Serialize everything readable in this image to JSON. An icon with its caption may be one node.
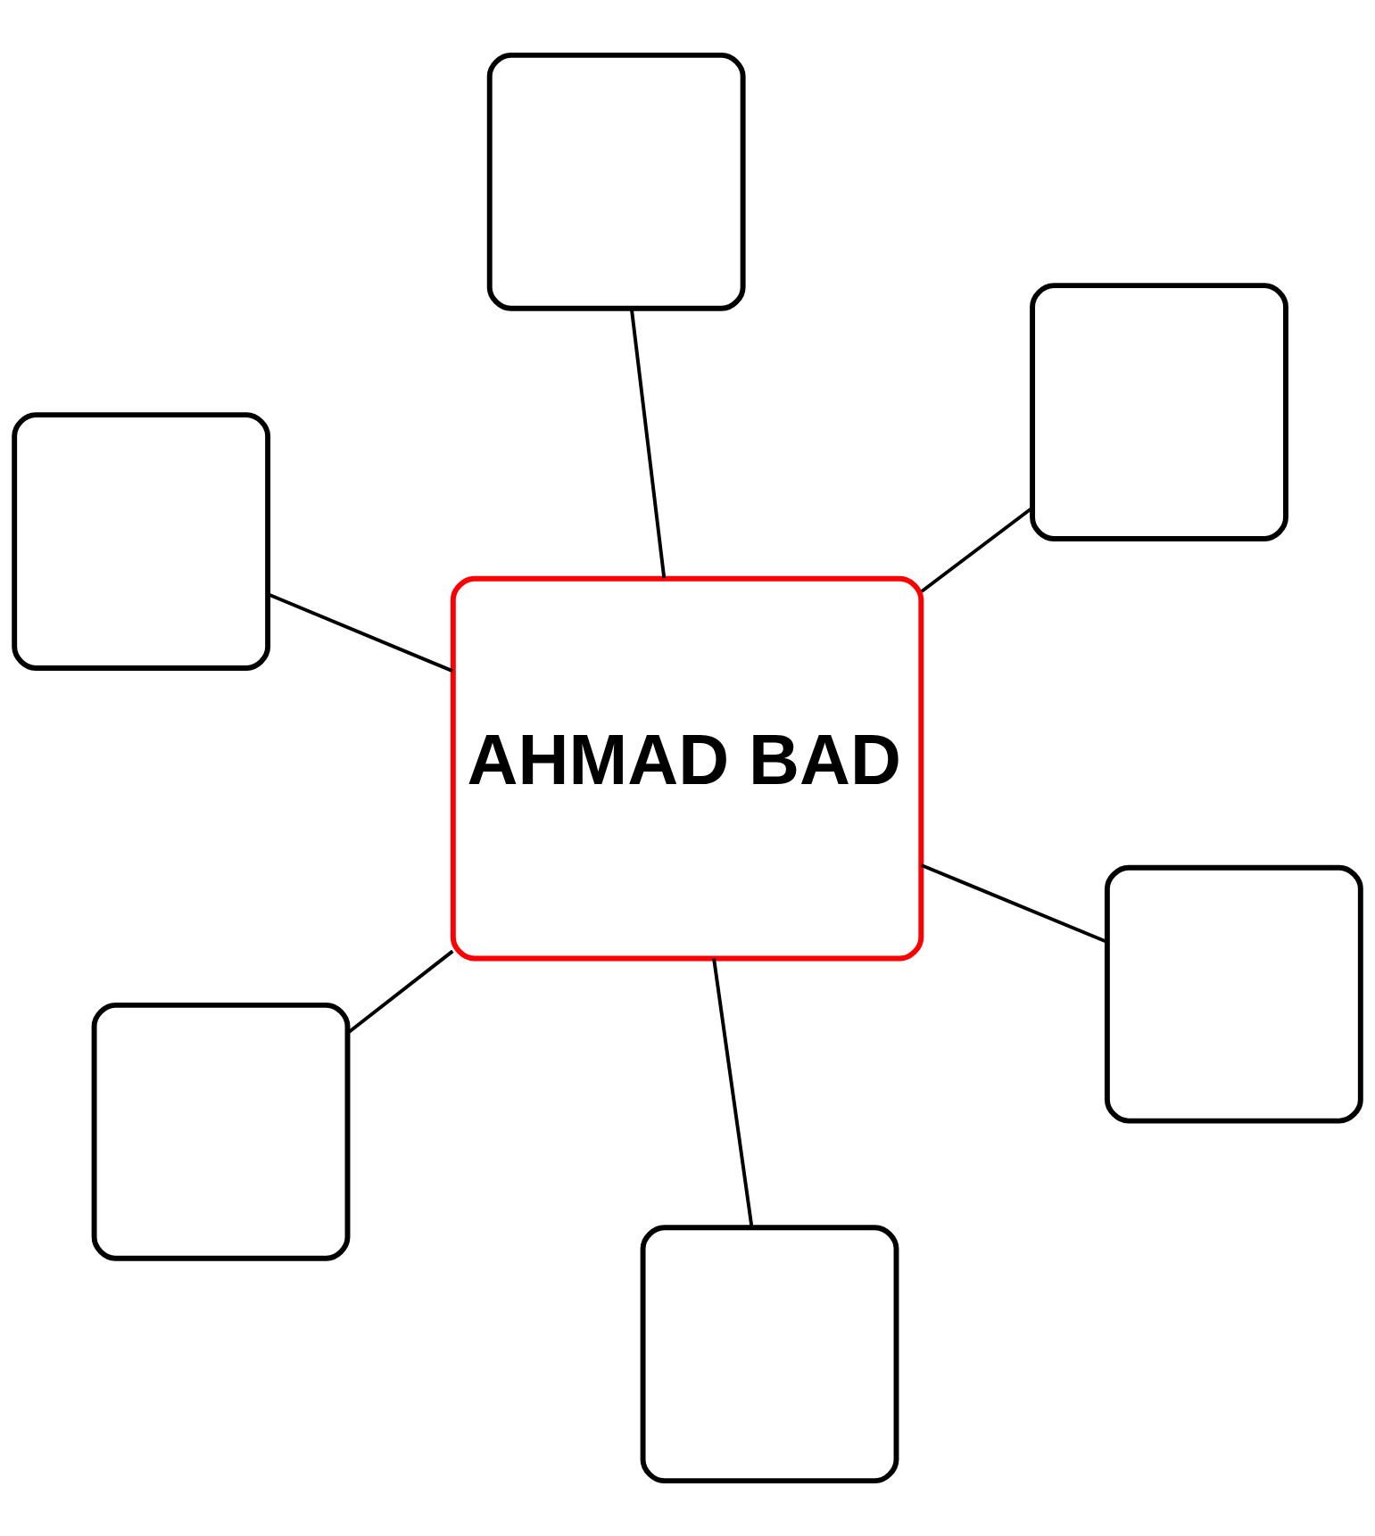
{
  "diagram": {
    "nodes": [
      {
        "text": [],
        "shape": "box"
      },
      {
        "text": [],
        "shape": "box"
      },
      {
        "text": [],
        "shape": "box"
      },
      {
        "text": [
          "AHMAD BAD"
        ]
      },
      {
        "text": [],
        "shape": "box"
      },
      {
        "text": [],
        "shape": "box"
      },
      {
        "text": [],
        "shape": "box"
      }
    ],
    "edges": [
      {
        "from": 3,
        "to": 0,
        "arrow": "none"
      },
      {
        "from": 3,
        "to": 1,
        "arrow": "none"
      },
      {
        "from": 3,
        "to": 2,
        "arrow": "none"
      },
      {
        "from": 3,
        "to": 4,
        "arrow": "none"
      },
      {
        "from": 3,
        "to": 5,
        "arrow": "none"
      },
      {
        "from": 3,
        "to": 6,
        "arrow": "none"
      }
    ]
  }
}
